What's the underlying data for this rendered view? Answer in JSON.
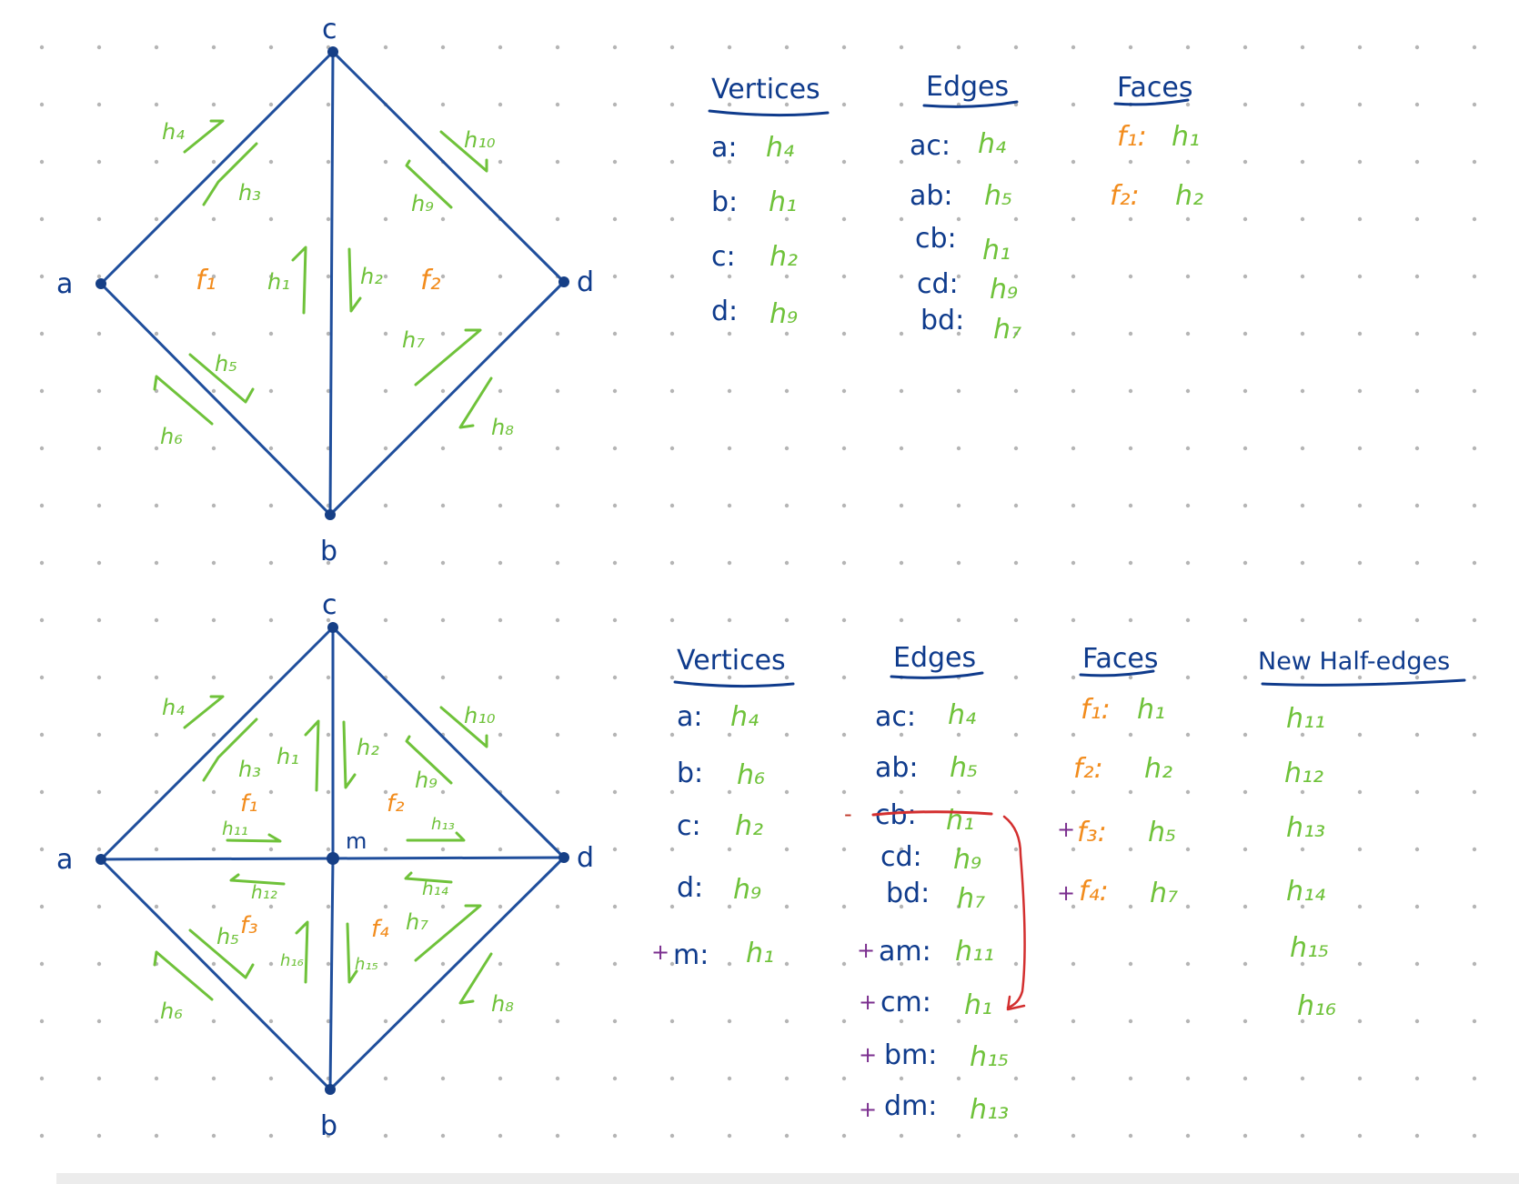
{
  "diagram1": {
    "vertex_labels": {
      "a": "a",
      "b": "b",
      "c": "c",
      "d": "d"
    },
    "face_labels": {
      "f1": "f₁",
      "f2": "f₂"
    },
    "halfedge_labels": {
      "h1": "h₁",
      "h2": "h₂",
      "h3": "h₃",
      "h4": "h₄",
      "h5": "h₅",
      "h6": "h₆",
      "h7": "h₇",
      "h8": "h₈",
      "h9": "h₉",
      "h10": "h₁₀"
    }
  },
  "table1": {
    "vertices": {
      "title": "Vertices",
      "rows": [
        {
          "key": "a:",
          "val": "h₄"
        },
        {
          "key": "b:",
          "val": "h₁"
        },
        {
          "key": "c:",
          "val": "h₂"
        },
        {
          "key": "d:",
          "val": "h₉"
        }
      ]
    },
    "edges": {
      "title": "Edges",
      "rows": [
        {
          "key": "ac:",
          "val": "h₄"
        },
        {
          "key": "ab:",
          "val": "h₅"
        },
        {
          "key": "cb:",
          "val": "h₁"
        },
        {
          "key": "cd:",
          "val": "h₉"
        },
        {
          "key": "bd:",
          "val": "h₇"
        }
      ]
    },
    "faces": {
      "title": "Faces",
      "rows": [
        {
          "key": "f₁:",
          "val": "h₁"
        },
        {
          "key": "f₂:",
          "val": "h₂"
        }
      ]
    }
  },
  "diagram2": {
    "vertex_labels": {
      "a": "a",
      "b": "b",
      "c": "c",
      "d": "d",
      "m": "m"
    },
    "face_labels": {
      "f1": "f₁",
      "f2": "f₂",
      "f3": "f₃",
      "f4": "f₄"
    },
    "halfedge_labels": {
      "h1": "h₁",
      "h2": "h₂",
      "h3": "h₃",
      "h4": "h₄",
      "h5": "h₅",
      "h6": "h₆",
      "h7": "h₇",
      "h8": "h₈",
      "h9": "h₉",
      "h10": "h₁₀",
      "h11": "h₁₁",
      "h12": "h₁₂",
      "h13": "h₁₃",
      "h14": "h₁₄",
      "h15": "h₁₅",
      "h16": "h₁₆"
    }
  },
  "table2": {
    "vertices": {
      "title": "Vertices",
      "rows": [
        {
          "mark": "",
          "key": "a:",
          "val": "h₄"
        },
        {
          "mark": "",
          "key": "b:",
          "val": "h₆"
        },
        {
          "mark": "",
          "key": "c:",
          "val": "h₂"
        },
        {
          "mark": "",
          "key": "d:",
          "val": "h₉"
        },
        {
          "mark": "+",
          "key": "m:",
          "val": "h₁"
        }
      ]
    },
    "edges": {
      "title": "Edges",
      "rows": [
        {
          "mark": "",
          "key": "ac:",
          "val": "h₄"
        },
        {
          "mark": "",
          "key": "ab:",
          "val": "h₅"
        },
        {
          "mark": "-",
          "key": "cb:",
          "val": "h₁"
        },
        {
          "mark": "",
          "key": "cd:",
          "val": "h₉"
        },
        {
          "mark": "",
          "key": "bd:",
          "val": "h₇"
        },
        {
          "mark": "+",
          "key": "am:",
          "val": "h₁₁"
        },
        {
          "mark": "+",
          "key": "cm:",
          "val": "h₁"
        },
        {
          "mark": "+",
          "key": "bm:",
          "val": "h₁₅"
        },
        {
          "mark": "+",
          "key": "dm:",
          "val": "h₁₃"
        }
      ]
    },
    "faces": {
      "title": "Faces",
      "rows": [
        {
          "mark": "",
          "key": "f₁:",
          "val": "h₁"
        },
        {
          "mark": "",
          "key": "f₂:",
          "val": "h₂"
        },
        {
          "mark": "+",
          "key": "f₃:",
          "val": "h₅"
        },
        {
          "mark": "+",
          "key": "f₄:",
          "val": "h₇"
        }
      ]
    },
    "new_half_edges": {
      "title": "New Half-edges",
      "items": [
        "h₁₁",
        "h₁₂",
        "h₁₃",
        "h₁₄",
        "h₁₅",
        "h₁₆"
      ]
    }
  }
}
